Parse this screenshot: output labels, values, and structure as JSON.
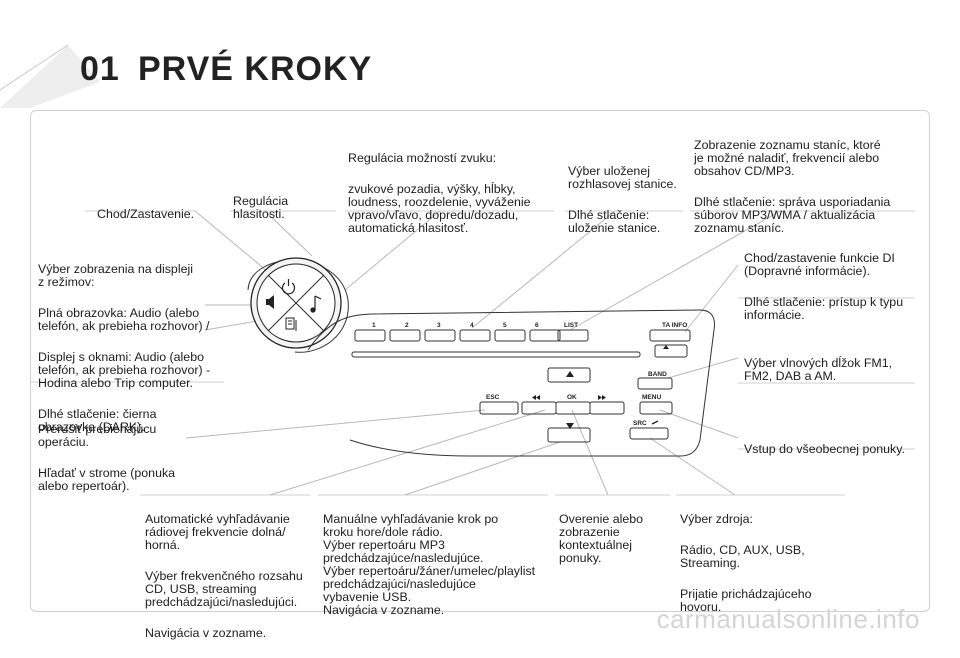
{
  "header": {
    "chapter_number": "01",
    "chapter_title": "PRVÉ KROKY"
  },
  "callouts": {
    "on_off": {
      "lines": [
        "Chod/Zastavenie."
      ]
    },
    "volume": {
      "lines": [
        "Regulácia\nhlasitosti."
      ]
    },
    "sound": {
      "lines": [
        "Regulácia možností zvuku:",
        "zvukové pozadia, výšky, hĺbky,\nloudness, roozdelenie, vyváženie\nvpravo/vľavo, dopredu/dozadu,\nautomatická hlasitosť."
      ]
    },
    "presets": {
      "lines": [
        "Výber uloženej\nrozhlasovej stanice.",
        "Dlhé stlačenie:\nuloženie stanice."
      ]
    },
    "list": {
      "lines": [
        "Zobrazenie zoznamu staníc, ktoré\nje možné naladiť, frekvencií alebo\nobsahov CD/MP3.",
        "Dlhé stlačenie: správa usporiadania\nsúborov MP3/WMA / aktualizácia\nzoznamu staníc."
      ]
    },
    "display": {
      "lines": [
        "Výber zobrazenia na displeji\nz režimov:",
        "Plná obrazovka: Audio (alebo\ntelefón, ak prebieha rozhovor) /",
        "Displej s oknami: Audio (alebo\ntelefón, ak prebieha rozhovor) -\nHodina alebo Trip computer.",
        "Dlhé stlačenie: čierna\nobrazovka (DARK)."
      ]
    },
    "ta_info": {
      "lines": [
        "Chod/zastavenie funkcie DI\n(Dopravné informácie).",
        "Dlhé stlačenie: prístup k typu\ninformácie."
      ]
    },
    "band": {
      "lines": [
        "Výber vlnových dĺžok FM1,\nFM2, DAB a AM."
      ]
    },
    "esc": {
      "lines": [
        "Prerušiť prebiehajúcu\noperáciu.",
        "Hľadať v strome (ponuka\nalebo repertoár)."
      ]
    },
    "menu": {
      "lines": [
        "Vstup do všeobecnej ponuky."
      ]
    },
    "auto_search": {
      "lines": [
        "Automatické vyhľadávanie\nrádiovej frekvencie dolná/\nhorná.",
        "Výber frekvenčného rozsahu\nCD, USB, streaming\npredchádzajúci/nasledujúci.",
        "Navigácia v zozname."
      ]
    },
    "manual_search": {
      "lines": [
        "Manuálne vyhľadávanie krok po\nkroku hore/dole rádio.\nVýber repertoáru MP3\npredchádzajúce/nasledujúce.\nVýber repertoáru/žáner/umelec/playlist\npredchádzajúci/nasledujúce\nvybavenie USB.\nNavigácia v zozname."
      ]
    },
    "ok": {
      "lines": [
        "Overenie alebo\nzobrazenie\nkontextuálnej\nponuky."
      ]
    },
    "src": {
      "lines": [
        "Výber zdroja:",
        "Rádio, CD, AUX, USB,\nStreaming.",
        "Prijatie prichádzajúceho\nhovoru."
      ]
    }
  },
  "panel": {
    "preset_labels": [
      "1",
      "2",
      "3",
      "4",
      "5",
      "6"
    ],
    "list_label": "LIST",
    "ta_info_label": "TA INFO",
    "band_label": "BAND",
    "esc_label": "ESC",
    "ok_label": "OK",
    "menu_label": "MENU",
    "src_label": "SRC"
  },
  "footer": {
    "watermark": "carmanualsonline.info"
  },
  "colors": {
    "leader_line": "#b8b8b8",
    "panel_stroke": "#333333",
    "frame": "#cfcfcf"
  }
}
